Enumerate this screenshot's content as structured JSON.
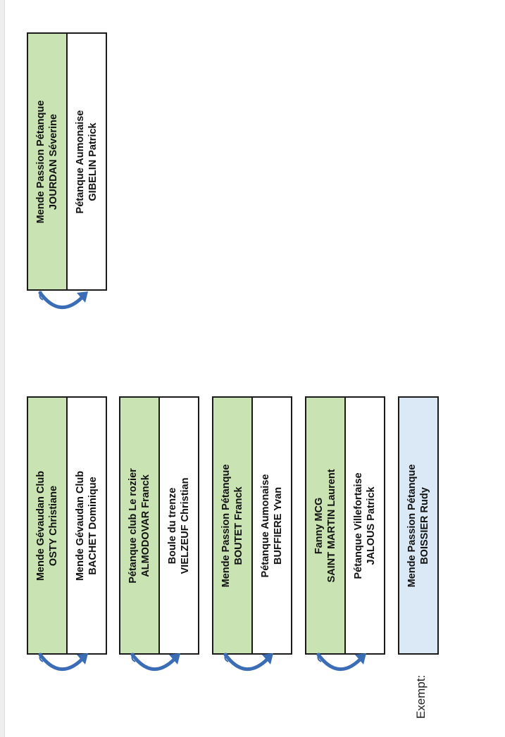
{
  "top_pair": {
    "team1": {
      "club": "Mende Passion Pétanque",
      "player": "JOURDAN Séverine"
    },
    "team2": {
      "club": "Pétanque Aumonaise",
      "player": "GIBELIN Patrick"
    }
  },
  "pairs": [
    {
      "team1": {
        "club": "Mende Gévaudan Club",
        "player": "OSTY Christiane"
      },
      "team2": {
        "club": "Mende Gévaudan Club",
        "player": "BACHET Dominique"
      }
    },
    {
      "team1": {
        "club": "Pétanque club Le rozier",
        "player": "ALMODOVAR Franck"
      },
      "team2": {
        "club": "Boule du trenze",
        "player": "VIELZEUF Christian"
      }
    },
    {
      "team1": {
        "club": "Mende Passion Pétanque",
        "player": "BOUTET Franck"
      },
      "team2": {
        "club": "Pétanque Aumonaise",
        "player": "BUFFIERE Yvan"
      }
    },
    {
      "team1": {
        "club": "Fanny MCG",
        "player": "SAINT MARTIN Laurent"
      },
      "team2": {
        "club": "Pétanque Villefortaise",
        "player": "JALOUS Patrick"
      }
    }
  ],
  "exempt": {
    "label": "Exempt:",
    "team": {
      "club": "Mende Passion Pétanque",
      "player": "BOISSIER Rudy"
    }
  },
  "colors": {
    "seed": "#c9e3b3",
    "opponent": "#ffffff",
    "exempt": "#dbe9f6",
    "arrow": "#3a6db5"
  },
  "icons": {
    "swap": "curved-swap-arrow-icon"
  }
}
